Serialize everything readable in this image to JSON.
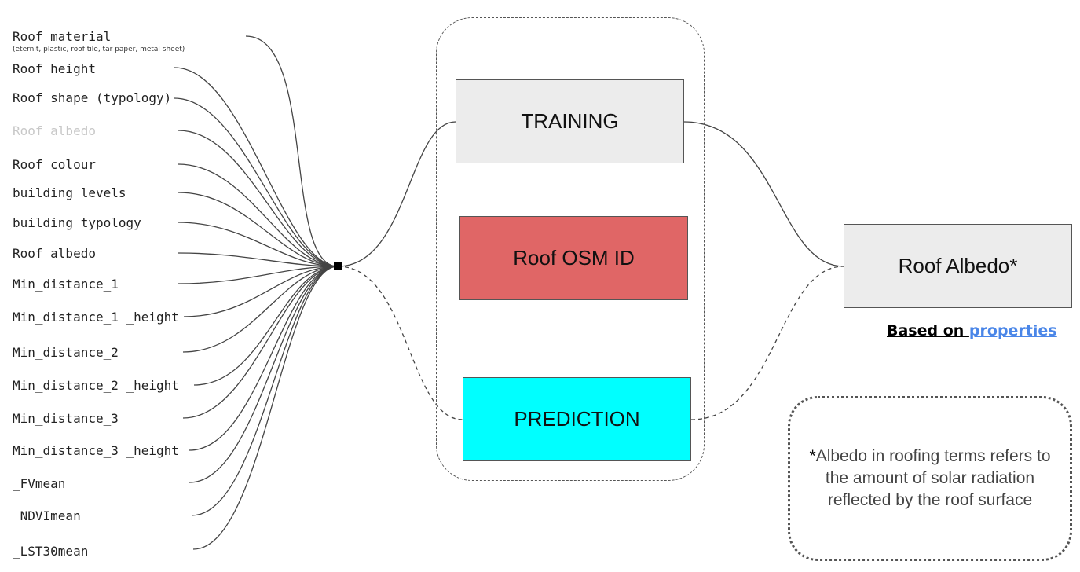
{
  "inputs": [
    {
      "label": "Roof material",
      "sublabel": "(eternit, plastic, roof tile, tar paper, metal sheet)",
      "faded": false
    },
    {
      "label": "Roof height",
      "faded": false
    },
    {
      "label": "Roof shape (typology)",
      "faded": false
    },
    {
      "label": "Roof albedo",
      "faded": true
    },
    {
      "label": "Roof colour",
      "faded": false
    },
    {
      "label": "building levels",
      "faded": false
    },
    {
      "label": "building typology",
      "faded": false
    },
    {
      "label": "Roof albedo",
      "faded": false
    },
    {
      "label": "Min_distance_1",
      "faded": false
    },
    {
      "label": "Min_distance_1 _height",
      "faded": false
    },
    {
      "label": "Min_distance_2",
      "faded": false
    },
    {
      "label": "Min_distance_2 _height",
      "faded": false
    },
    {
      "label": "Min_distance_3",
      "faded": false
    },
    {
      "label": "Min_distance_3 _height",
      "faded": false
    },
    {
      "label": "_FVmean",
      "faded": false
    },
    {
      "label": "_NDVImean",
      "faded": false
    },
    {
      "label": "_LST30mean",
      "faded": false
    }
  ],
  "stages": {
    "training": "TRAINING",
    "osm_id": "Roof OSM ID",
    "prediction": "PREDICTION"
  },
  "output": {
    "label": "Roof Albedo*",
    "based_on_prefix": "Based on ",
    "based_on_link": "properties"
  },
  "note": {
    "star": "*",
    "text": "Albedo in roofing terms refers to the amount of solar radiation reflected by the roof surface"
  },
  "colors": {
    "training": "#ececec",
    "osm_id": "#e06666",
    "prediction": "#00ffff",
    "output": "#ececec",
    "link": "#4a86e8",
    "faded_text": "#c8c8c8"
  }
}
